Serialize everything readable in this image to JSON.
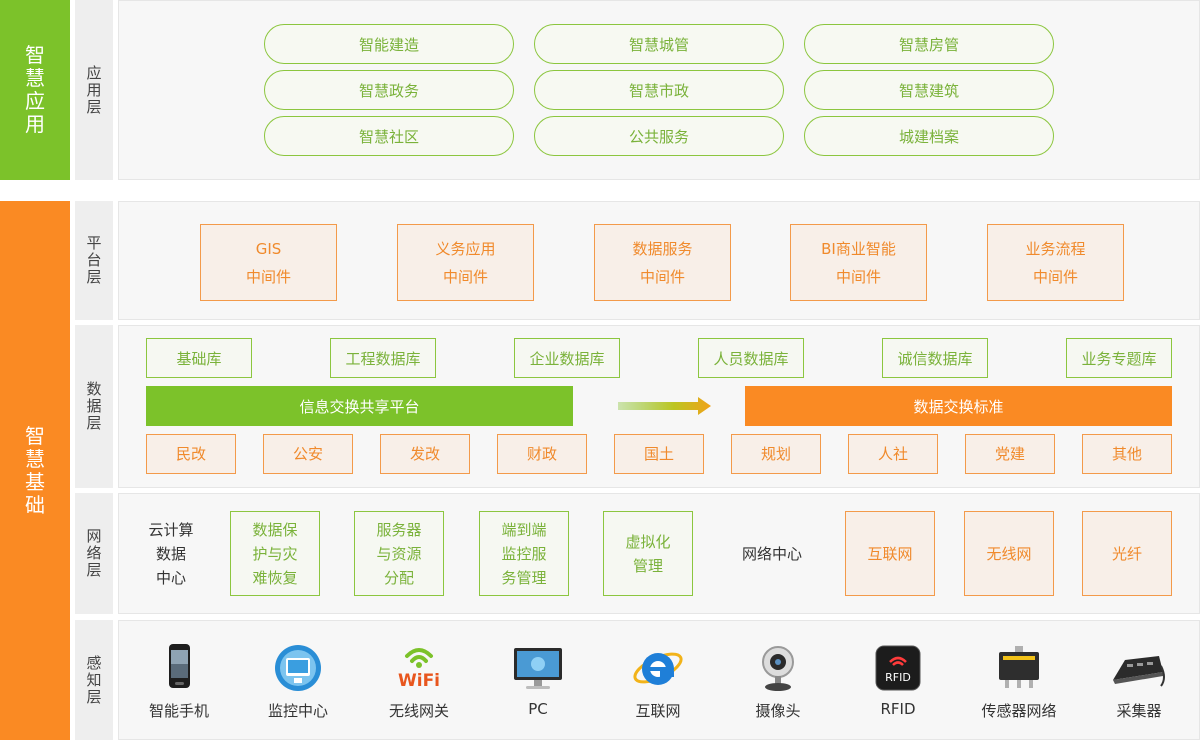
{
  "sidebar": {
    "top": {
      "chars": [
        "智",
        "慧",
        "应",
        "用"
      ],
      "color": "#7cc22a"
    },
    "bottom": {
      "chars": [
        "智",
        "慧",
        "基",
        "础"
      ],
      "color": "#fa8a23"
    }
  },
  "layers": {
    "app": [
      "应",
      "用",
      "层"
    ],
    "platform": [
      "平",
      "台",
      "层"
    ],
    "data": [
      "数",
      "据",
      "层"
    ],
    "network": [
      "网",
      "络",
      "层"
    ],
    "sensing": [
      "感",
      "知",
      "层"
    ]
  },
  "app_layer": {
    "items": [
      "智能建造",
      "智慧城管",
      "智慧房管",
      "智慧政务",
      "智慧市政",
      "智慧建筑",
      "智慧社区",
      "公共服务",
      "城建档案"
    ]
  },
  "platform_layer": {
    "items": [
      {
        "line1": "GIS",
        "line2": "中间件"
      },
      {
        "line1": "义务应用",
        "line2": "中间件"
      },
      {
        "line1": "数据服务",
        "line2": "中间件"
      },
      {
        "line1": "BI商业智能",
        "line2": "中间件"
      },
      {
        "line1": "业务流程",
        "line2": "中间件"
      }
    ]
  },
  "data_layer": {
    "databases": [
      "基础库",
      "工程数据库",
      "企业数据库",
      "人员数据库",
      "诚信数据库",
      "业务专题库"
    ],
    "exchange_platform": "信息交换共享平台",
    "exchange_standard": "数据交换标准",
    "departments": [
      "民改",
      "公安",
      "发改",
      "财政",
      "国土",
      "规划",
      "人社",
      "党建",
      "其他"
    ]
  },
  "network_layer": {
    "cloud_center": [
      "云计算",
      "数据",
      "中心"
    ],
    "cloud_items": [
      [
        "数据保",
        "护与灾",
        "难恢复"
      ],
      [
        "服务器",
        "与资源",
        "分配"
      ],
      [
        "端到端",
        "监控服",
        "务管理"
      ],
      [
        "虚拟化",
        "管理"
      ]
    ],
    "network_center": "网络中心",
    "network_items": [
      "互联网",
      "无线网",
      "光纤"
    ]
  },
  "sensing_layer": {
    "devices": [
      {
        "label": "智能手机",
        "icon": "smartphone-icon"
      },
      {
        "label": "监控中心",
        "icon": "monitor-center-icon"
      },
      {
        "label": "无线网关",
        "icon": "wifi-icon"
      },
      {
        "label": "PC",
        "icon": "pc-monitor-icon"
      },
      {
        "label": "互联网",
        "icon": "internet-explorer-icon"
      },
      {
        "label": "摄像头",
        "icon": "webcam-icon"
      },
      {
        "label": "RFID",
        "icon": "rfid-icon"
      },
      {
        "label": "传感器网络",
        "icon": "sensor-chip-icon"
      },
      {
        "label": "采集器",
        "icon": "collector-device-icon"
      }
    ],
    "wifi_text": "WiFi",
    "rfid_text": "RFID"
  },
  "colors": {
    "green": "#7cc22a",
    "orange": "#fa8a23",
    "pill_border": "#8cc63f",
    "box_border": "#f39a4a"
  }
}
